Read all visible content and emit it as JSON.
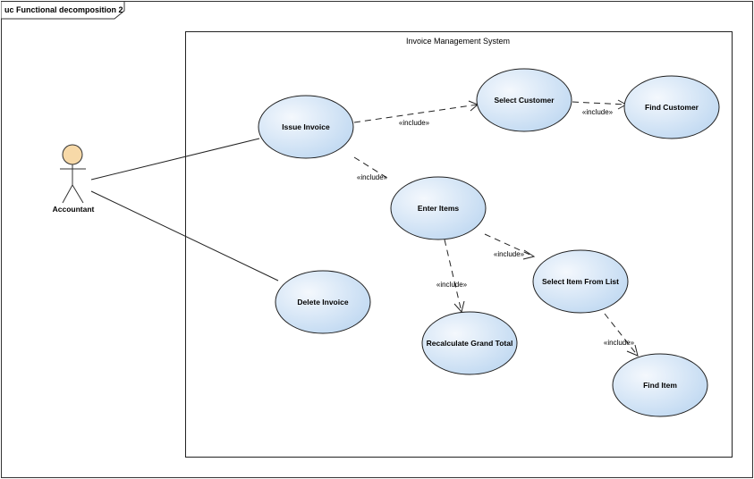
{
  "frame": {
    "title": "uc Functional decomposition 2"
  },
  "system": {
    "title": "Invoice Management System"
  },
  "actor": {
    "name": "Accountant"
  },
  "use_cases": {
    "issue_invoice": "Issue Invoice",
    "select_customer": "Select Customer",
    "find_customer": "Find Customer",
    "enter_items": "Enter Items",
    "delete_invoice": "Delete Invoice",
    "select_item_from_list": "Select Item From List",
    "recalculate_grand_total": "Recalculate Grand Total",
    "find_item": "Find Item"
  },
  "relations": {
    "include_label": "«include»"
  },
  "colors": {
    "usecase_fill_light": "#f2f7fd",
    "usecase_fill_dark": "#bcd6f0",
    "usecase_stroke": "#1f1f1f",
    "actor_head_fill": "#f7d9a8"
  }
}
